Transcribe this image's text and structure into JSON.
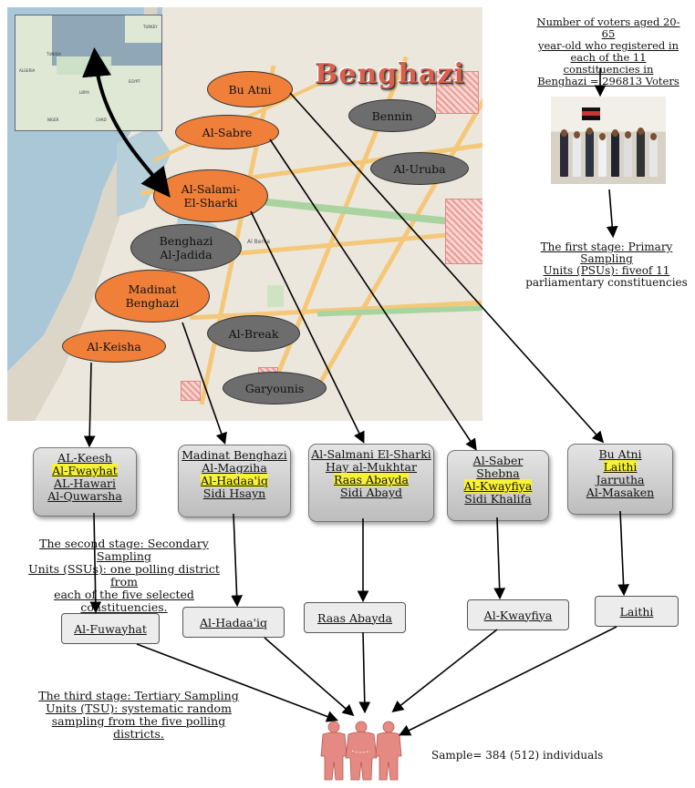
{
  "map": {
    "title": "Benghazi",
    "small_label": "Al Berka",
    "inset_labels": [
      "TUNISIA",
      "ALGERIA",
      "LIBYA",
      "EGYPT",
      "NIGER",
      "CHAD",
      "TURKEY"
    ],
    "constituencies": [
      {
        "label": "Bu Atni",
        "selected": true
      },
      {
        "label": "Al-Sabre",
        "selected": true
      },
      {
        "label": "Al-Salami-\nEl-Sharki",
        "selected": true
      },
      {
        "label": "Benghazi\nAl-Jadida",
        "selected": false
      },
      {
        "label": "Madinat\nBenghazi",
        "selected": true
      },
      {
        "label": "Al-Break",
        "selected": false
      },
      {
        "label": "Al-Keisha",
        "selected": true
      },
      {
        "label": "Garyounis",
        "selected": false
      },
      {
        "label": "Bennin",
        "selected": false
      },
      {
        "label": "Al-Uruba",
        "selected": false
      }
    ],
    "colors": {
      "selected": "#ef7f39",
      "unselected": "#6d6d6d"
    }
  },
  "top_note": [
    "Number of voters aged 20-65",
    "year-old who registered in",
    "each of the 11 constituencies in",
    "Benghazi = 296813 Voters"
  ],
  "first_stage": [
    "The first stage: Primary Sampling",
    "Units (PSUs): fiveof 11",
    "parliamentary constituencies"
  ],
  "district_boxes": [
    {
      "items": [
        {
          "text": "AL-Keesh",
          "hl": false
        },
        {
          "text": "Al-Fwayhat",
          "hl": true
        },
        {
          "text": "AL-Hawari",
          "hl": false
        },
        {
          "text": "Al-Quwarsha",
          "hl": false
        }
      ]
    },
    {
      "items": [
        {
          "text": "Madinat Benghazi",
          "hl": false
        },
        {
          "text": "Al-Magziha",
          "hl": false
        },
        {
          "text": "Al-Hadaa'iq",
          "hl": true
        },
        {
          "text": "Sidi Hsayn",
          "hl": false
        }
      ]
    },
    {
      "items": [
        {
          "text": "Al-Salmani El-Sharki",
          "hl": false
        },
        {
          "text": "Hay al-Mukhtar",
          "hl": false
        },
        {
          "text": "Raas Abayda",
          "hl": true
        },
        {
          "text": "Sidi Abayd",
          "hl": false
        }
      ]
    },
    {
      "items": [
        {
          "text": "Al-Saber",
          "hl": false
        },
        {
          "text": "Shebna",
          "hl": false
        },
        {
          "text": "Al-Kwayfiya",
          "hl": true
        },
        {
          "text": "Sidi Khalifa",
          "hl": false
        }
      ]
    },
    {
      "items": [
        {
          "text": "Bu Atni",
          "hl": false
        },
        {
          "text": "Laithi",
          "hl": true
        },
        {
          "text": "Jarrutha",
          "hl": false
        },
        {
          "text": "Al-Masaken",
          "hl": false
        }
      ]
    }
  ],
  "second_stage": [
    "The second stage: Secondary Sampling",
    "Units (SSUs): one polling district from",
    "each of the five selected constituencies."
  ],
  "selected_districts": [
    "Al-Fuwayhat",
    "Al-Hadaa'iq",
    "Raas Abayda",
    "Al-Kwayfiya",
    "Laithi"
  ],
  "third_stage": [
    "The third stage: Tertiary Sampling",
    "Units (TSU): systematic random",
    "sampling from the five polling districts."
  ],
  "sample": "Sample= 384 (512) individuals",
  "highlight_color": "#f7f236"
}
